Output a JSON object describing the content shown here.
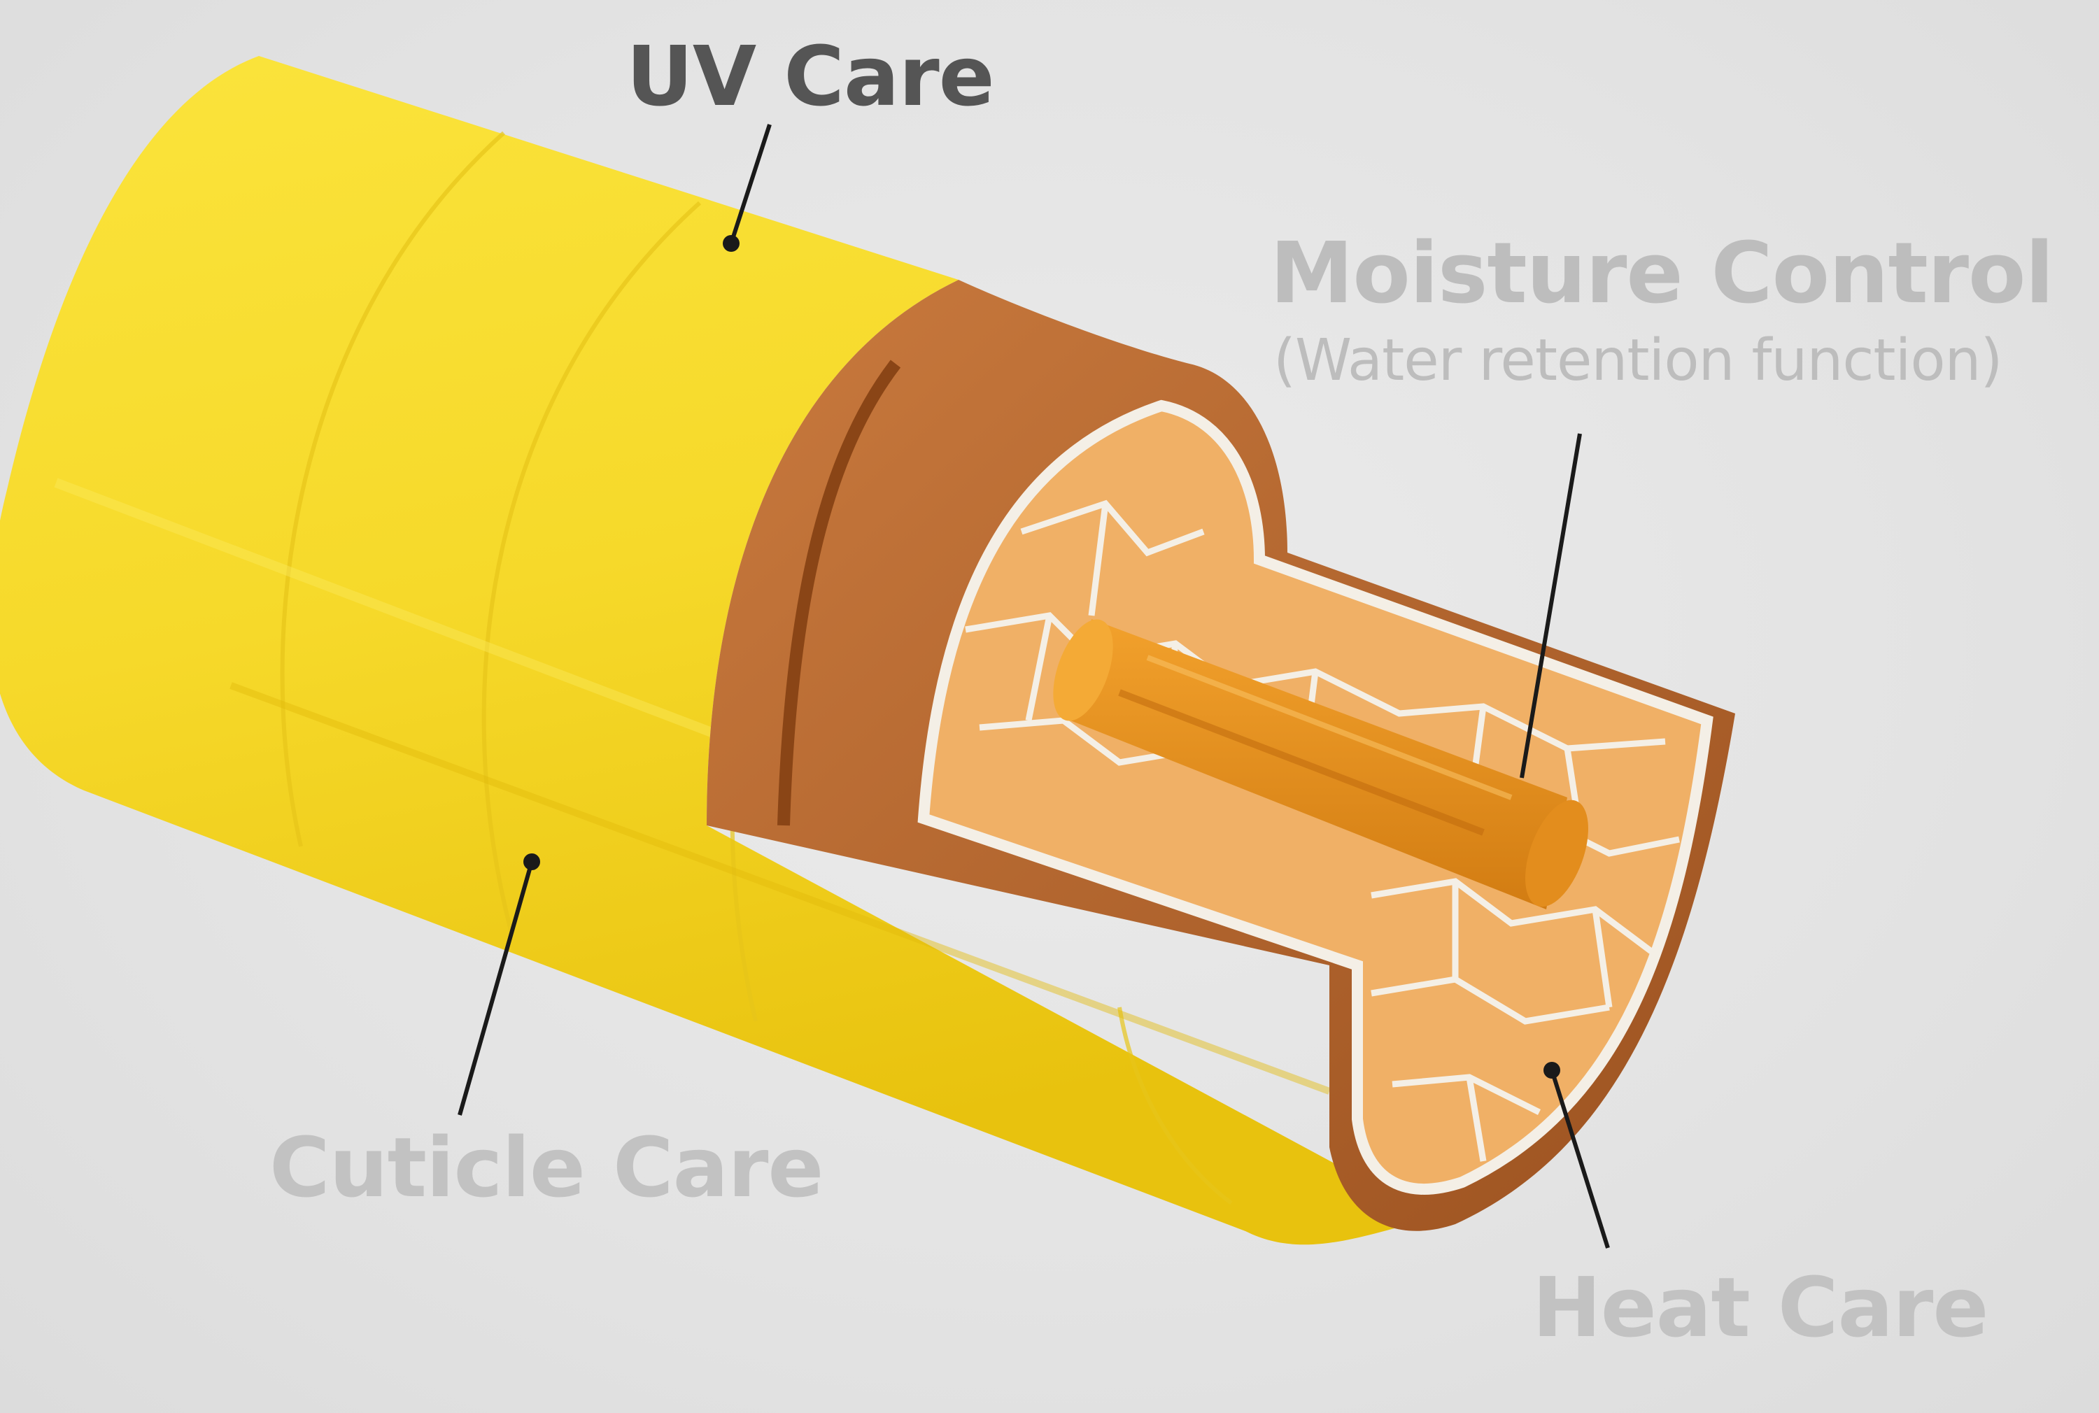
{
  "labels": {
    "uv_care": "UV Care",
    "moisture_control": "Moisture Control",
    "moisture_control_sub": "(Water retention function)",
    "cuticle_care": "Cuticle Care",
    "heat_care": "Heat Care"
  },
  "colors": {
    "background": "#e5e5e5",
    "cuticle_yellow": "#f8d92a",
    "cortex_brown": "#b8652c",
    "cortex_dark": "#8a4516",
    "medulla_cells": "#f0b066",
    "cell_borders": "#f4efe6",
    "core_rod": "#e08a1a",
    "leader_line": "#1a1a1a"
  }
}
